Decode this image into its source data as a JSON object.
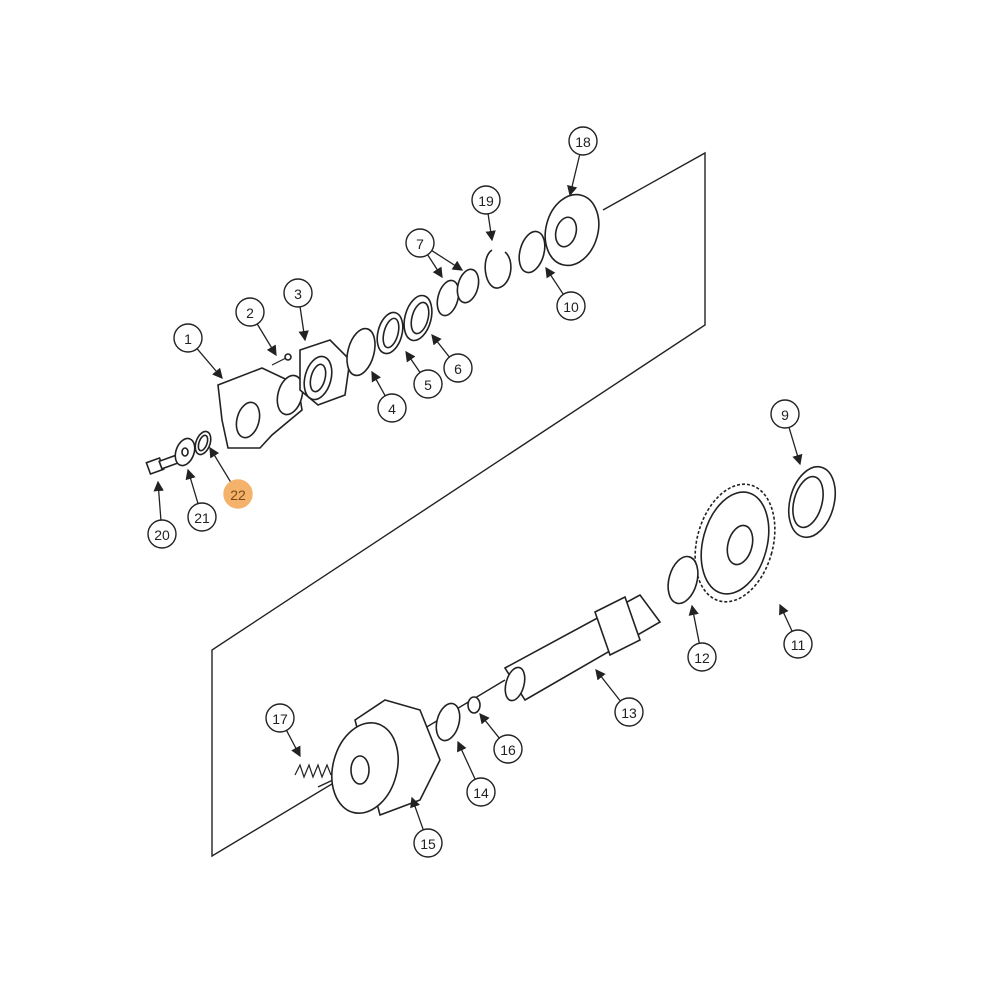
{
  "highlight_color": "#f5b26b",
  "highlighted_callout": "22",
  "callouts": [
    {
      "label": "1"
    },
    {
      "label": "2"
    },
    {
      "label": "3"
    },
    {
      "label": "4"
    },
    {
      "label": "5"
    },
    {
      "label": "6"
    },
    {
      "label": "7"
    },
    {
      "label": "9"
    },
    {
      "label": "10"
    },
    {
      "label": "11"
    },
    {
      "label": "12"
    },
    {
      "label": "13"
    },
    {
      "label": "14"
    },
    {
      "label": "15"
    },
    {
      "label": "16"
    },
    {
      "label": "17"
    },
    {
      "label": "18"
    },
    {
      "label": "19"
    },
    {
      "label": "20"
    },
    {
      "label": "21"
    },
    {
      "label": "22"
    }
  ]
}
